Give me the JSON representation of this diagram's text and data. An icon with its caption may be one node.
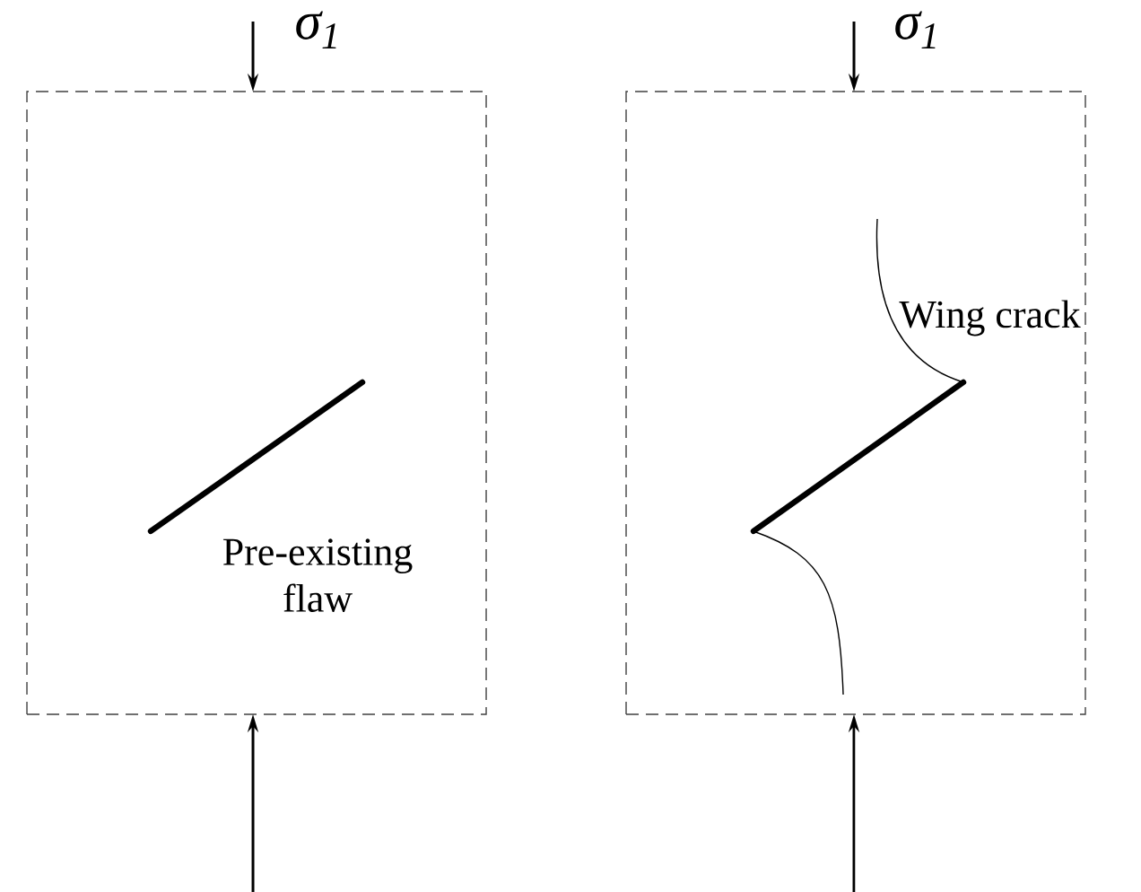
{
  "diagram": {
    "nodes": [
      {
        "text": [],
        "shape": "box",
        "beside": [
          "σ$_{1}$"
        ]
      },
      {
        "text": [],
        "shape": "box",
        "beside": [
          "σ$_{1}$"
        ]
      }
    ],
    "labels": [
      "Wing crack",
      "Pre-existing flaw"
    ]
  }
}
